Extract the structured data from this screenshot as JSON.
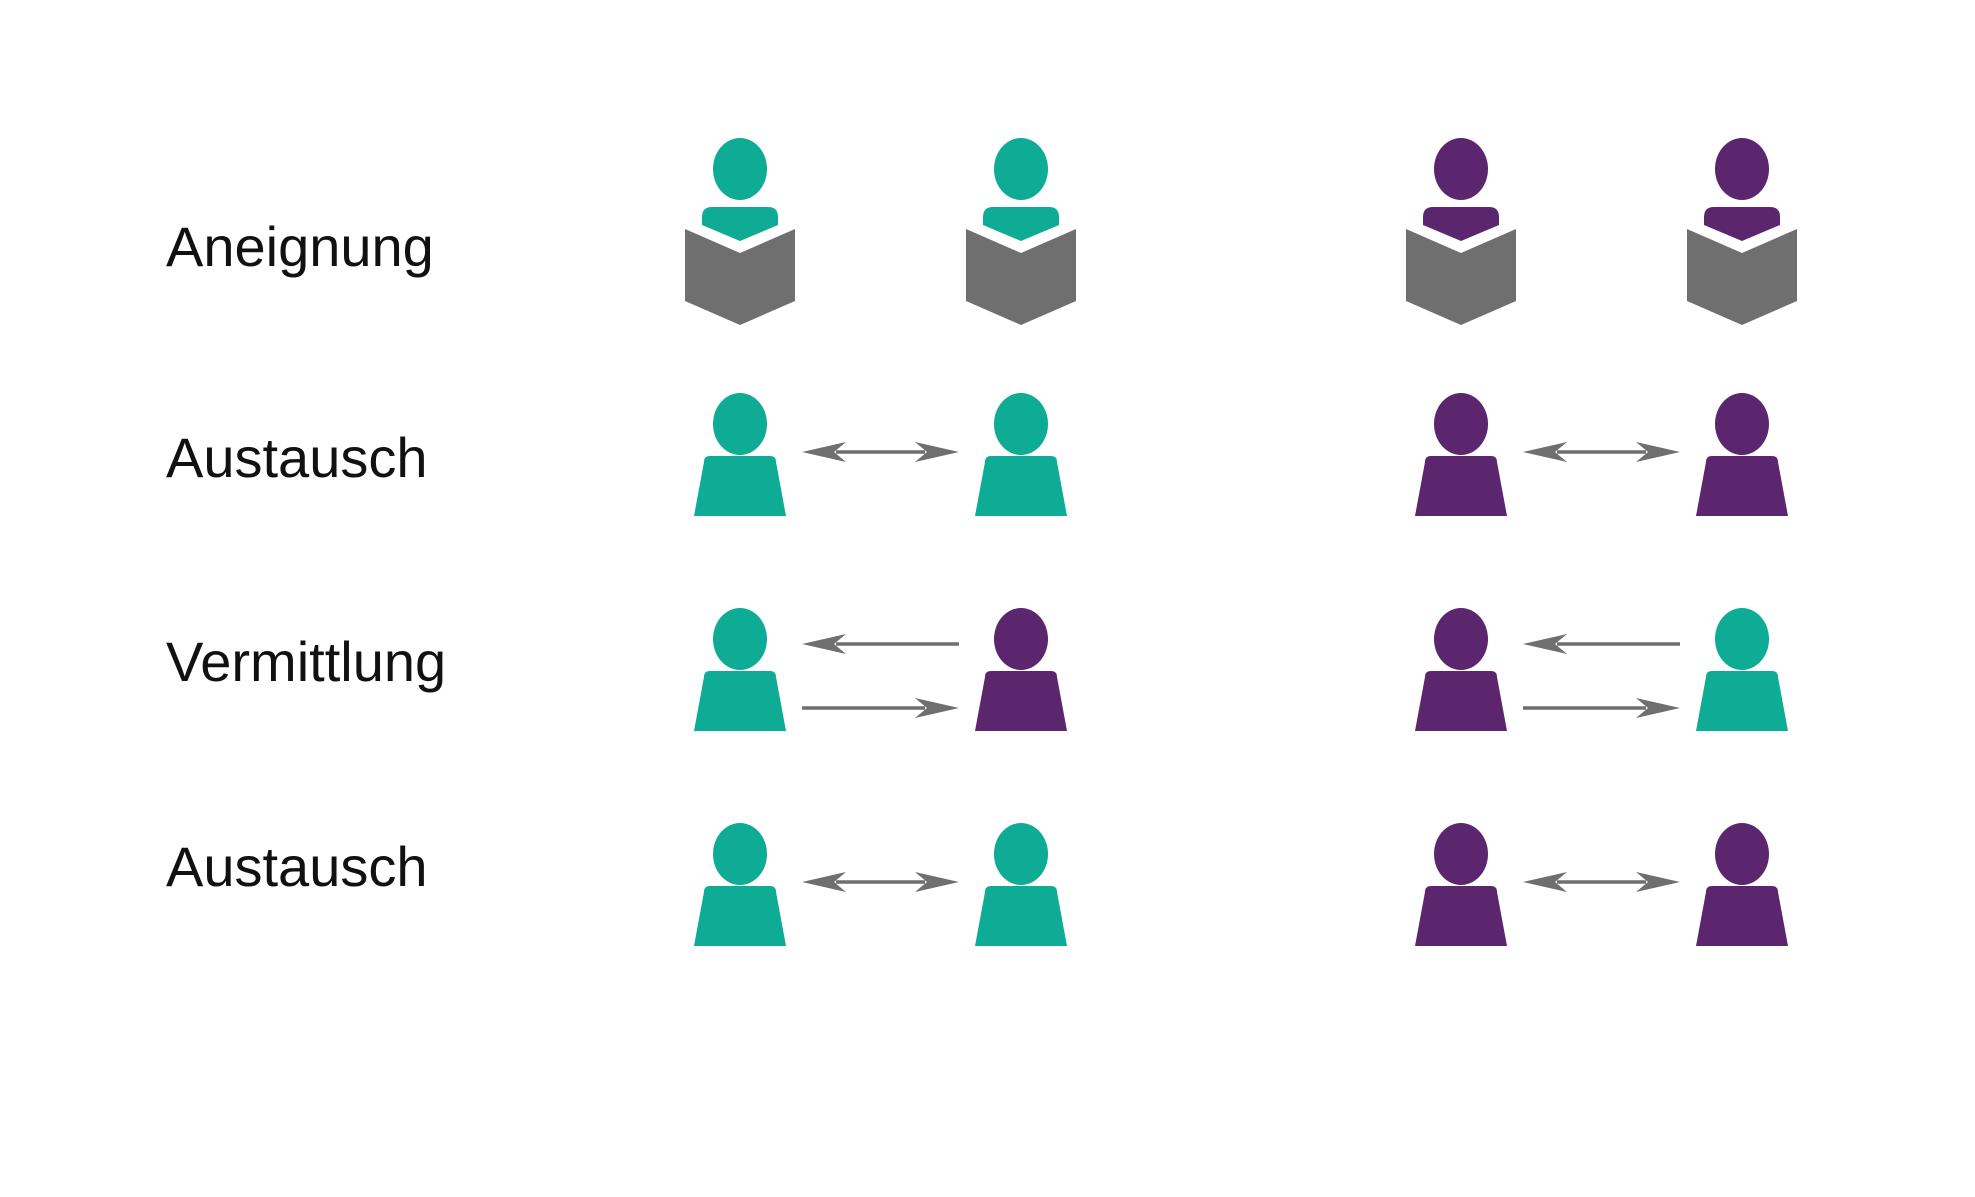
{
  "colors": {
    "group_a": "#0eab95",
    "group_b": "#5b266d",
    "book": "#6f6f6f",
    "arrow": "#6f6f6f",
    "text": "#111111",
    "background": "#ffffff"
  },
  "icons": {
    "reader": "person-reading-book-icon",
    "person": "person-icon",
    "arrow_both": "double-headed-arrow-icon",
    "arrow_left": "arrow-left-icon",
    "arrow_right": "arrow-right-icon"
  },
  "rows": [
    {
      "label": "Aneignung",
      "kind": "reading",
      "pairs": [
        {
          "left": "group_a",
          "right": "group_a"
        },
        {
          "left": "group_b",
          "right": "group_b"
        }
      ]
    },
    {
      "label": "Austausch",
      "kind": "exchange",
      "pairs": [
        {
          "left": "group_a",
          "right": "group_a"
        },
        {
          "left": "group_b",
          "right": "group_b"
        }
      ]
    },
    {
      "label": "Vermittlung",
      "kind": "mediation",
      "pairs": [
        {
          "left": "group_a",
          "right": "group_b"
        },
        {
          "left": "group_b",
          "right": "group_a"
        }
      ]
    },
    {
      "label": "Austausch",
      "kind": "exchange",
      "pairs": [
        {
          "left": "group_a",
          "right": "group_a"
        },
        {
          "left": "group_b",
          "right": "group_b"
        }
      ]
    }
  ]
}
